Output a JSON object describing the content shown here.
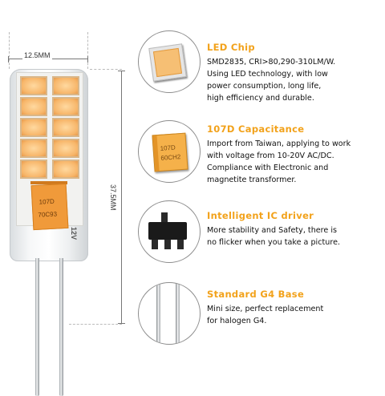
{
  "dimensions": {
    "width_label": "12.5MM",
    "height_label": "37.5MM"
  },
  "product": {
    "capacitor_marking_1": "107D",
    "capacitor_marking_2": "70C93",
    "voltage_marking": "12V"
  },
  "features": [
    {
      "icon": "led-chip-icon",
      "title": "LED Chip",
      "lines": [
        "SMD2835, CRI>80,290-310LM/W.",
        "Using LED technology, with low",
        "power consumption, long life,",
        "high efficiency and durable."
      ]
    },
    {
      "icon": "capacitor-icon",
      "title": "107D Capacitance",
      "marking_1": "107D",
      "marking_2": "60CH2",
      "lines": [
        "Import from Taiwan, applying to work",
        "with voltage from 10-20V AC/DC.",
        "Compliance with Electronic and",
        "magnetite transformer."
      ]
    },
    {
      "icon": "ic-driver-icon",
      "title": "Intelligent IC driver",
      "lines": [
        "More stability and Safety, there is",
        "no flicker when you take a picture."
      ]
    },
    {
      "icon": "g4-base-icon",
      "title": "Standard G4 Base",
      "lines": [
        "Mini size, perfect replacement",
        "for halogen G4."
      ]
    }
  ],
  "colors": {
    "title_accent": "#f2a21b",
    "led_chip": "#f7b66a",
    "capacitor": "#f09a3a"
  }
}
